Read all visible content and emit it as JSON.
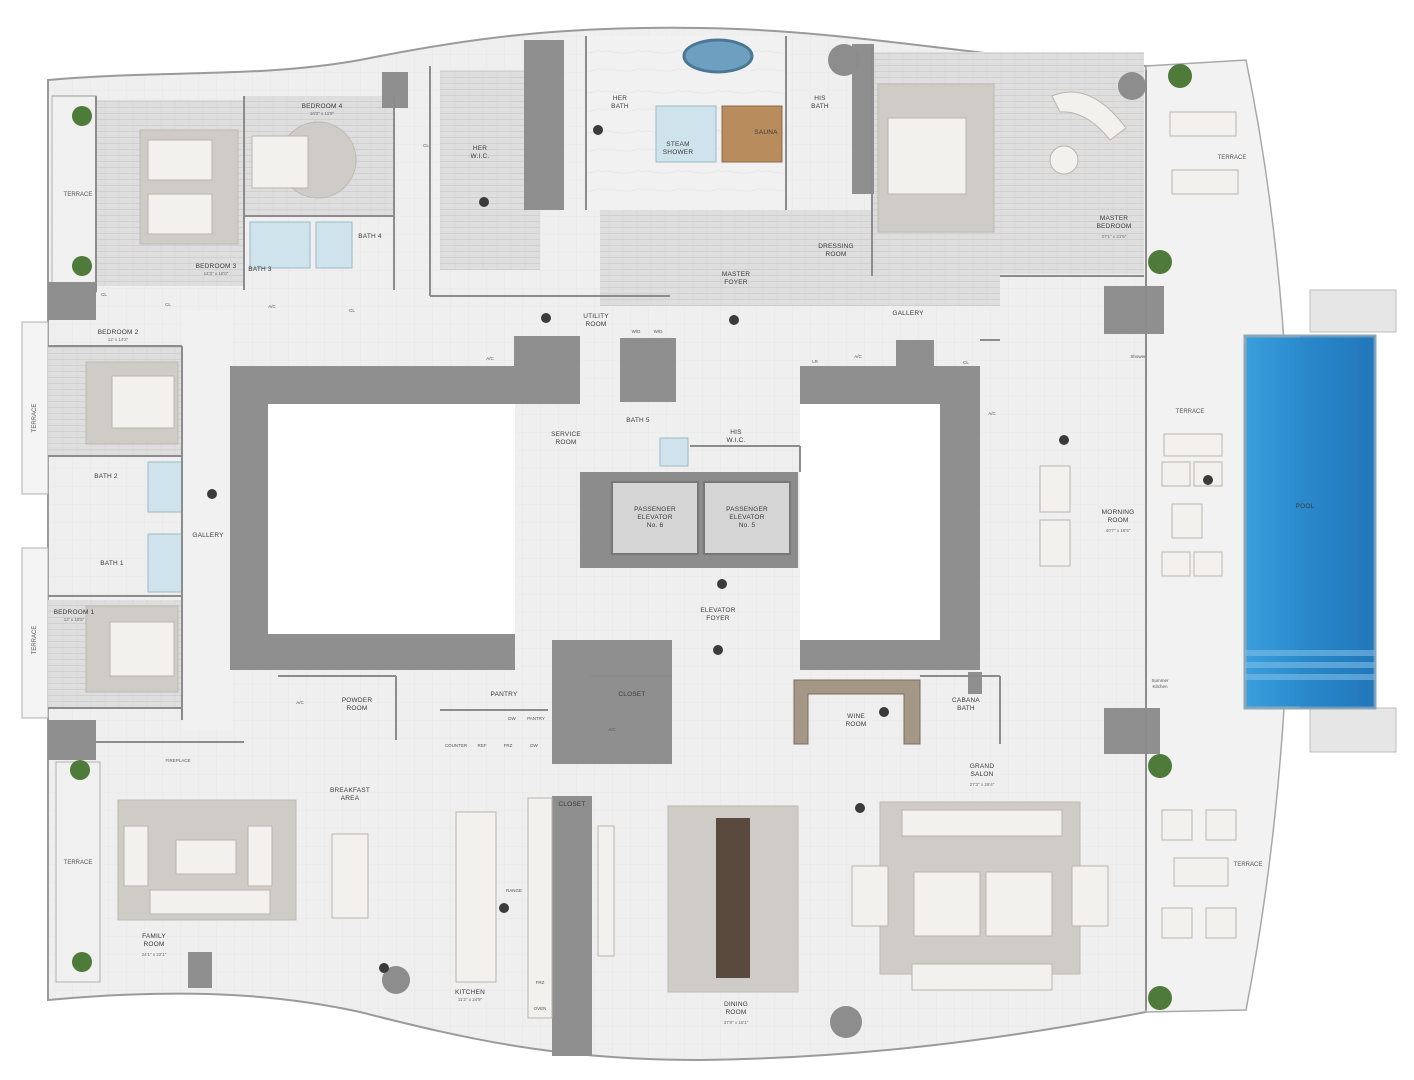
{
  "floorplan": {
    "rooms": [
      {
        "id": "bedroom4",
        "name": "BEDROOM 4",
        "dim": "16'3\" x 11'9\""
      },
      {
        "id": "her-bath",
        "name": "HER\nBATH",
        "dim": ""
      },
      {
        "id": "steam-shower",
        "name": "STEAM\nSHOWER",
        "dim": ""
      },
      {
        "id": "sauna",
        "name": "SAUNA",
        "dim": ""
      },
      {
        "id": "his-bath",
        "name": "HIS\nBATH",
        "dim": ""
      },
      {
        "id": "her-wic",
        "name": "HER\nW.I.C.",
        "dim": ""
      },
      {
        "id": "master-bedroom",
        "name": "MASTER\nBEDROOM",
        "dim": "27'1\" x 21'5\""
      },
      {
        "id": "bedroom3",
        "name": "BEDROOM 3",
        "dim": "14'3\" x 18'0\""
      },
      {
        "id": "bath3",
        "name": "BATH 3",
        "dim": ""
      },
      {
        "id": "bath4",
        "name": "BATH 4",
        "dim": ""
      },
      {
        "id": "master-foyer",
        "name": "MASTER\nFOYER",
        "dim": ""
      },
      {
        "id": "dressing-room",
        "name": "DRESSING\nROOM",
        "dim": ""
      },
      {
        "id": "utility-room",
        "name": "UTILITY\nROOM",
        "dim": ""
      },
      {
        "id": "gallery-top",
        "name": "GALLERY",
        "dim": ""
      },
      {
        "id": "bedroom2",
        "name": "BEDROOM 2",
        "dim": "12' x 14'2\""
      },
      {
        "id": "bath2",
        "name": "BATH 2",
        "dim": ""
      },
      {
        "id": "bath1",
        "name": "BATH 1",
        "dim": ""
      },
      {
        "id": "bedroom1",
        "name": "BEDROOM 1",
        "dim": "12' x 15'5\""
      },
      {
        "id": "gallery-left",
        "name": "GALLERY",
        "dim": ""
      },
      {
        "id": "service-room",
        "name": "SERVICE\nROOM",
        "dim": ""
      },
      {
        "id": "bath5",
        "name": "BATH 5",
        "dim": ""
      },
      {
        "id": "his-wic",
        "name": "HIS\nW.I.C.",
        "dim": ""
      },
      {
        "id": "elevator6",
        "name": "PASSENGER\nELEVATOR\nNo. 6",
        "dim": ""
      },
      {
        "id": "elevator5",
        "name": "PASSENGER\nELEVATOR\nNo. 5",
        "dim": ""
      },
      {
        "id": "elevator-foyer",
        "name": "ELEVATOR\nFOYER",
        "dim": ""
      },
      {
        "id": "morning-room",
        "name": "MORNING\nROOM",
        "dim": "40'7\" x 16'5\""
      },
      {
        "id": "powder-room",
        "name": "POWDER\nROOM",
        "dim": ""
      },
      {
        "id": "pantry",
        "name": "PANTRY",
        "dim": ""
      },
      {
        "id": "closet-a",
        "name": "CLOSET",
        "dim": ""
      },
      {
        "id": "wine-room",
        "name": "WINE\nROOM",
        "dim": ""
      },
      {
        "id": "cabana-bath",
        "name": "CABANA\nBATH",
        "dim": ""
      },
      {
        "id": "grand-salon",
        "name": "GRAND\nSALON",
        "dim": "27'3\" x 26'4\""
      },
      {
        "id": "breakfast-area",
        "name": "BREAKFAST\nAREA",
        "dim": ""
      },
      {
        "id": "closet-b",
        "name": "CLOSET",
        "dim": ""
      },
      {
        "id": "family-room",
        "name": "FAMILY\nROOM",
        "dim": "24'1\" x 22'1\""
      },
      {
        "id": "kitchen",
        "name": "KITCHEN",
        "dim": "11'2\" x 24'9\""
      },
      {
        "id": "dining-room",
        "name": "DINING\nROOM",
        "dim": "37'8\" x 16'1\""
      },
      {
        "id": "pool",
        "name": "POOL",
        "dim": ""
      }
    ],
    "terraces": [
      "TERRACE",
      "TERRACE",
      "TERRACE",
      "TERRACE",
      "TERRACE",
      "TERRACE",
      "TERRACE"
    ],
    "small_labels": {
      "cl": "CL",
      "ac": "A/C",
      "wd": "W/D",
      "lr": "LR",
      "fireplace": "FIREPLACE",
      "shower": "Shower",
      "summer_kitchen": "Summer\nKitchen",
      "range": "RANGE",
      "pantry_items": [
        "COUNTER",
        "REF",
        "FRZ",
        "DW",
        "DW",
        "PANTRY"
      ],
      "kitchen_items": [
        "FRZ",
        "OVEN"
      ]
    },
    "colors": {
      "core": "#8f8f8f",
      "pool": "#2f8fd0",
      "plant": "#4e7a3a"
    }
  }
}
